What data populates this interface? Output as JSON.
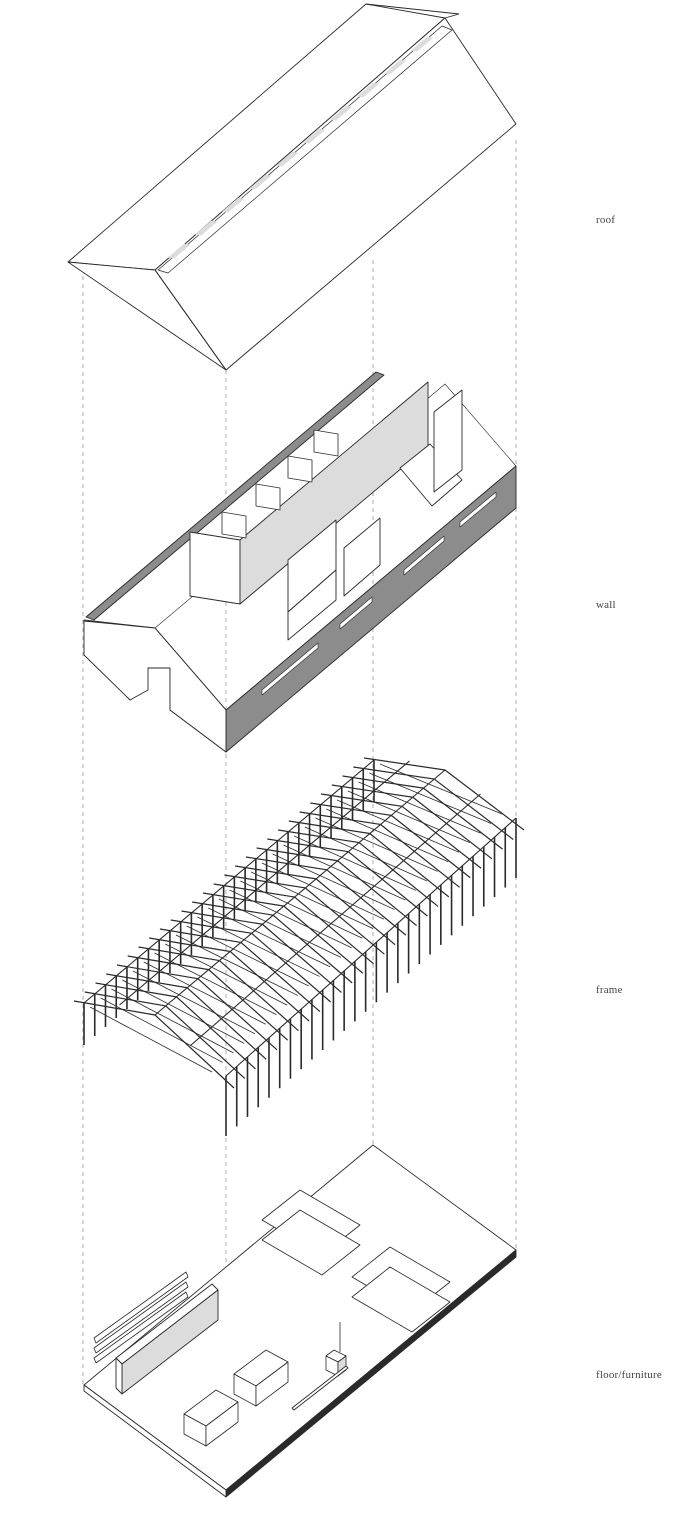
{
  "layers": [
    {
      "id": "roof",
      "label": "roof"
    },
    {
      "id": "wall",
      "label": "wall"
    },
    {
      "id": "frame",
      "label": "frame"
    },
    {
      "id": "floor",
      "label": "floor/furniture"
    }
  ],
  "colors": {
    "line": "#2a2a2a",
    "dash": "#9a9a9a",
    "wall_shade": "#8c8c8c",
    "wall_light": "#dcdcdc",
    "fill": "#ffffff",
    "label": "#444444"
  }
}
